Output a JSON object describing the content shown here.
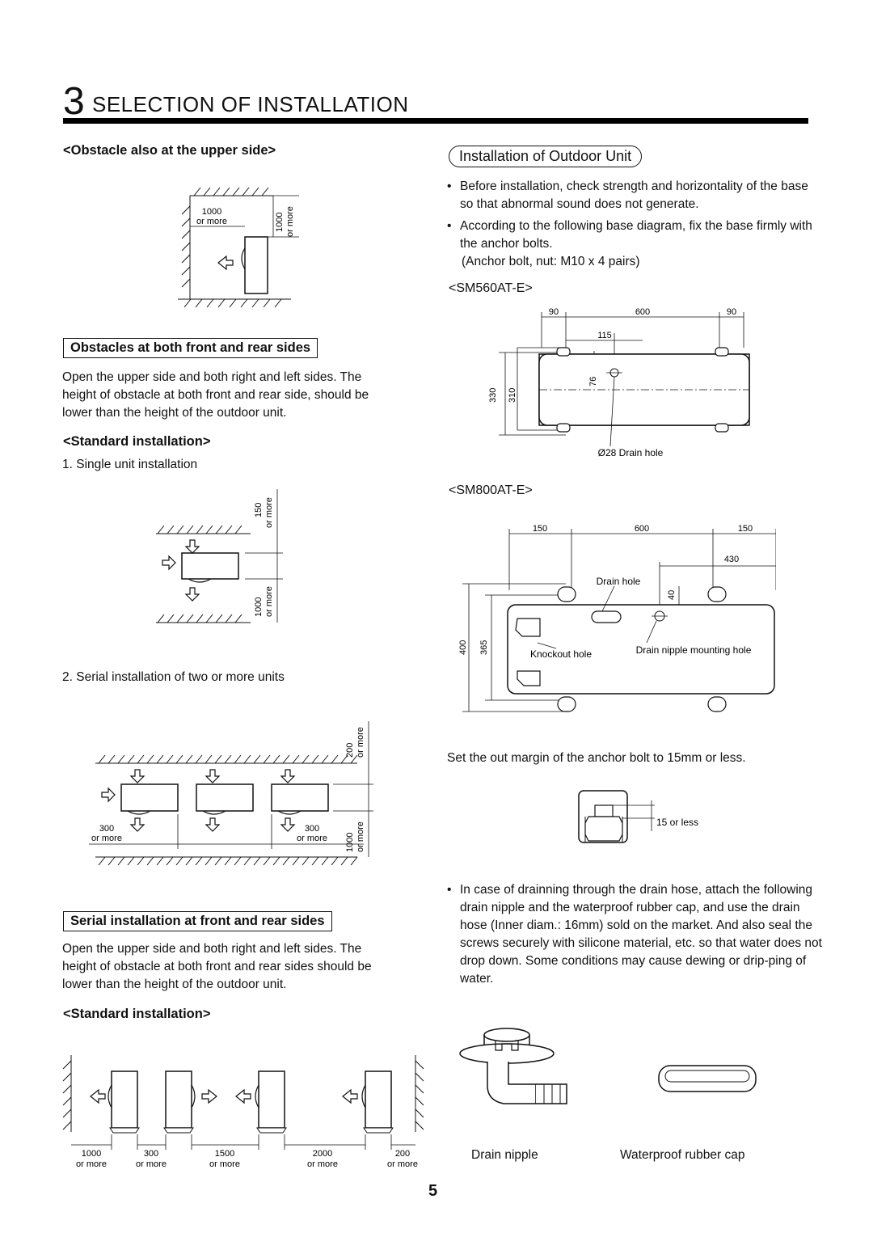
{
  "header": {
    "section_number": "3",
    "section_title": "SELECTION OF INSTALLATION"
  },
  "left": {
    "obstacle_upper": {
      "heading": "<Obstacle also at the upper side>",
      "dim_side": "1000",
      "dim_side_sub": "or more",
      "dim_top": "1000",
      "dim_top_sub": "or more"
    },
    "front_rear": {
      "heading": "Obstacles at both front and rear sides",
      "text": "Open the upper side and both right and left sides. The height of obstacle at both front and rear side, should be lower than the height of the outdoor unit.",
      "standard_heading": "<Standard installation>",
      "item1": "1.  Single unit installation",
      "item1_dim_top": "150",
      "item1_dim_top_sub": "or more",
      "item1_dim_bottom": "1000",
      "item1_dim_bottom_sub": "or more",
      "item2": "2.  Serial installation of two or more units",
      "item2_dim_top": "200",
      "item2_dim_top_sub": "or more",
      "item2_dim_left": "300",
      "item2_dim_left_sub": "or more",
      "item2_dim_right": "300",
      "item2_dim_right_sub": "or more",
      "item2_dim_bottom": "1000",
      "item2_dim_bottom_sub": "or more"
    },
    "serial_front_rear": {
      "heading": "Serial installation at front and rear sides",
      "text": "Open the upper side and both right and left sides. The height of obstacle at both front and rear sides should be lower than the height of the outdoor unit.",
      "standard_heading": "<Standard installation>",
      "dims": [
        {
          "value": "1000",
          "sub": "or more"
        },
        {
          "value": "300",
          "sub": "or more"
        },
        {
          "value": "1500",
          "sub": "or more"
        },
        {
          "value": "2000",
          "sub": "or more"
        },
        {
          "value": "200",
          "sub": "or more"
        }
      ]
    }
  },
  "right": {
    "heading": "Installation of Outdoor Unit",
    "bullet1": "Before installation, check strength and horizontality of the base so that abnormal sound does not generate.",
    "bullet2": "According to the following base diagram, fix the base firmly with the anchor bolts.",
    "bullet2_note": "(Anchor bolt, nut: M10 x 4 pairs)",
    "sm560": {
      "model": "<SM560AT-E>",
      "dim_left": "90",
      "dim_mid": "600",
      "dim_right": "90",
      "dim_115": "115",
      "dim_76": "76",
      "dim_330": "330",
      "dim_310": "310",
      "drain_label": "Ø28 Drain hole"
    },
    "sm800": {
      "model": "<SM800AT-E>",
      "dim_left": "150",
      "dim_mid": "600",
      "dim_right": "150",
      "dim_430": "430",
      "dim_40": "40",
      "dim_400": "400",
      "dim_365": "365",
      "drain_hole": "Drain hole",
      "knockout_hole": "Knockout hole",
      "nipple_hole": "Drain nipple mounting hole"
    },
    "margin_text": "Set the out margin of the anchor bolt to 15mm or less.",
    "margin_label": "15 or less",
    "bullet3": "In case of drainning through the drain hose, attach the following drain nipple and the waterproof rubber cap, and use the drain hose (Inner diam.: 16mm) sold on the market. And also seal the screws securely with silicone material, etc. so that water does not drop down. Some conditions may cause dewing or drip-ping of water.",
    "caption_nipple": "Drain nipple",
    "caption_cap": "Waterproof rubber cap"
  },
  "page_number": "5"
}
